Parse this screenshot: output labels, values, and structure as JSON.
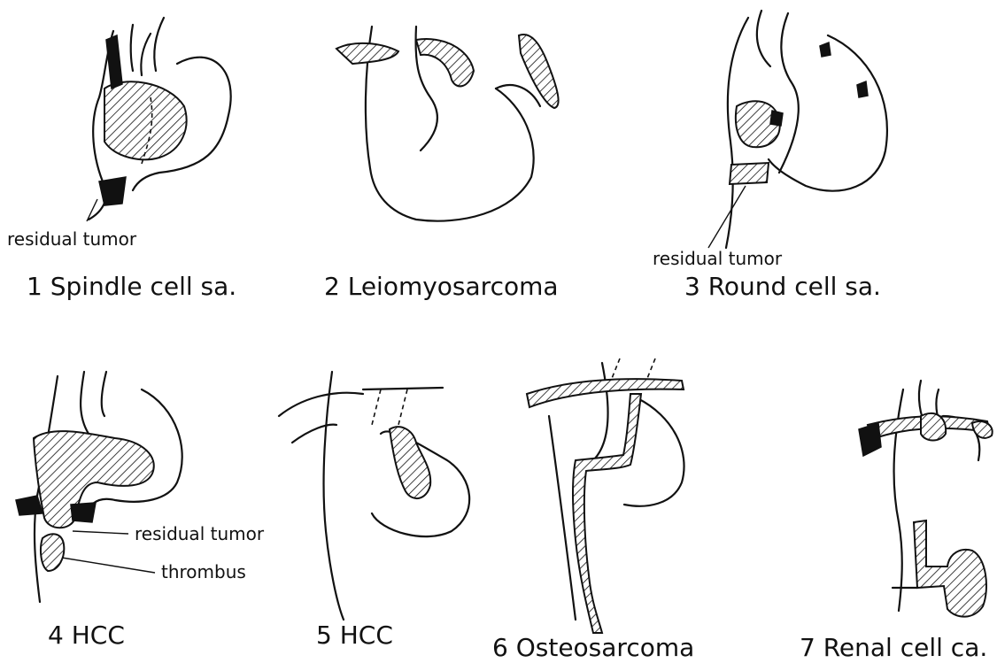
{
  "panels": [
    {
      "id": "p1",
      "caption": "1 Spindle cell sa.",
      "annotations": [
        "residual tumor"
      ]
    },
    {
      "id": "p2",
      "caption": "2 Leiomyosarcoma",
      "annotations": []
    },
    {
      "id": "p3",
      "caption": "3 Round cell sa.",
      "annotations": [
        "residual tumor"
      ]
    },
    {
      "id": "p4",
      "caption": "4 HCC",
      "annotations": [
        "residual tumor",
        "thrombus"
      ]
    },
    {
      "id": "p5",
      "caption": "5 HCC",
      "annotations": []
    },
    {
      "id": "p6",
      "caption": "6 Osteosarcoma",
      "annotations": []
    },
    {
      "id": "p7",
      "caption": "7 Renal cell ca.",
      "annotations": []
    }
  ]
}
